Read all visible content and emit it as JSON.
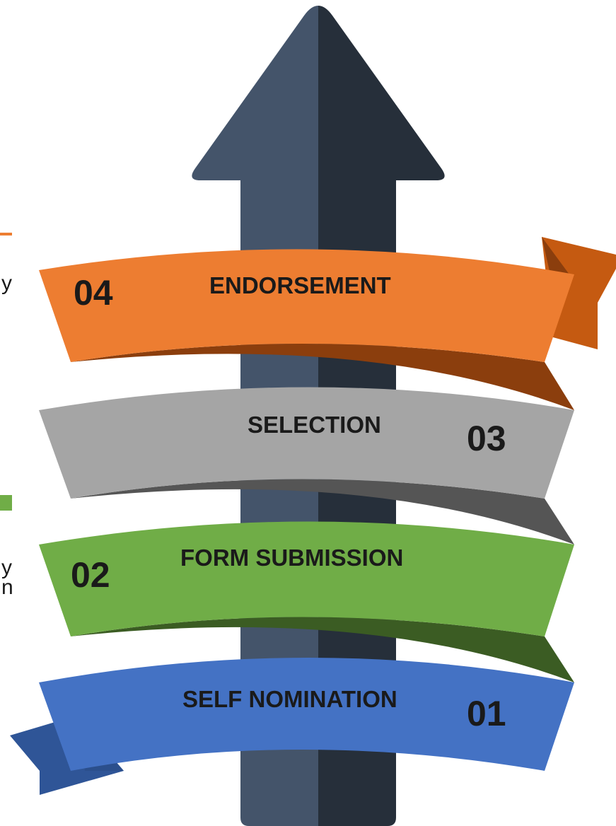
{
  "diagram": {
    "arrow": {
      "color_light": "#44546A",
      "color_dark": "#262F3A"
    },
    "steps": [
      {
        "number": "01",
        "title": "SELF NOMINATION",
        "color": "#4472C4",
        "shadow": "#2B4F8C",
        "tail": "#2F5597"
      },
      {
        "number": "02",
        "title": "FORM SUBMISSION",
        "color": "#70AD47",
        "shadow": "#3B5C23"
      },
      {
        "number": "03",
        "title": "SELECTION",
        "color": "#A5A5A5",
        "shadow": "#555555"
      },
      {
        "number": "04",
        "title": "ENDORSEMENT",
        "color": "#ED7D31",
        "shadow": "#8B3E0D",
        "tail": "#C55A11"
      }
    ],
    "edge_fragments": {
      "orange_rule_color": "#ED7D31",
      "green_rule_color": "#70AD47",
      "glyph_y_1": "y",
      "glyph_y_2": "y",
      "glyph_n": "n"
    }
  }
}
